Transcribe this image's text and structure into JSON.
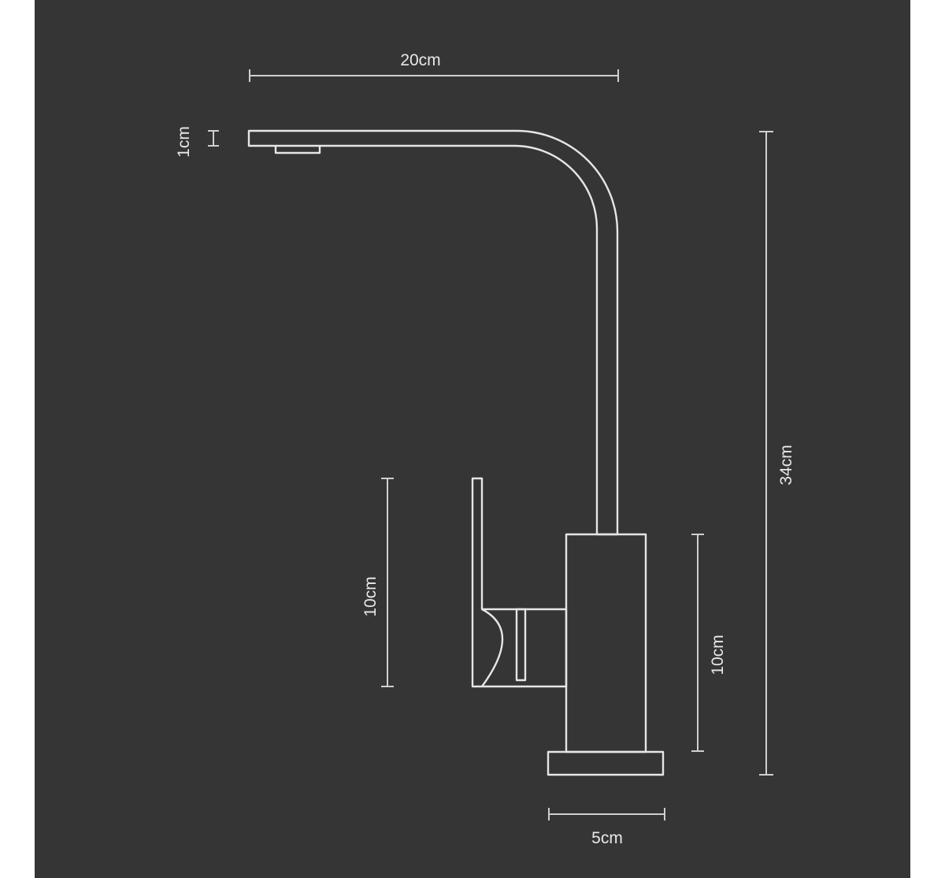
{
  "diagram": {
    "colors": {
      "background": "#353535",
      "page_margin": "#ffffff",
      "outline": "#e6e6e6",
      "dimension_line": "#cfcfcf"
    },
    "dimensions": {
      "spout_length": "20cm",
      "spout_thickness": "1cm",
      "total_height": "34cm",
      "handle_height": "10cm",
      "body_height": "10cm",
      "base_width": "5cm"
    }
  }
}
